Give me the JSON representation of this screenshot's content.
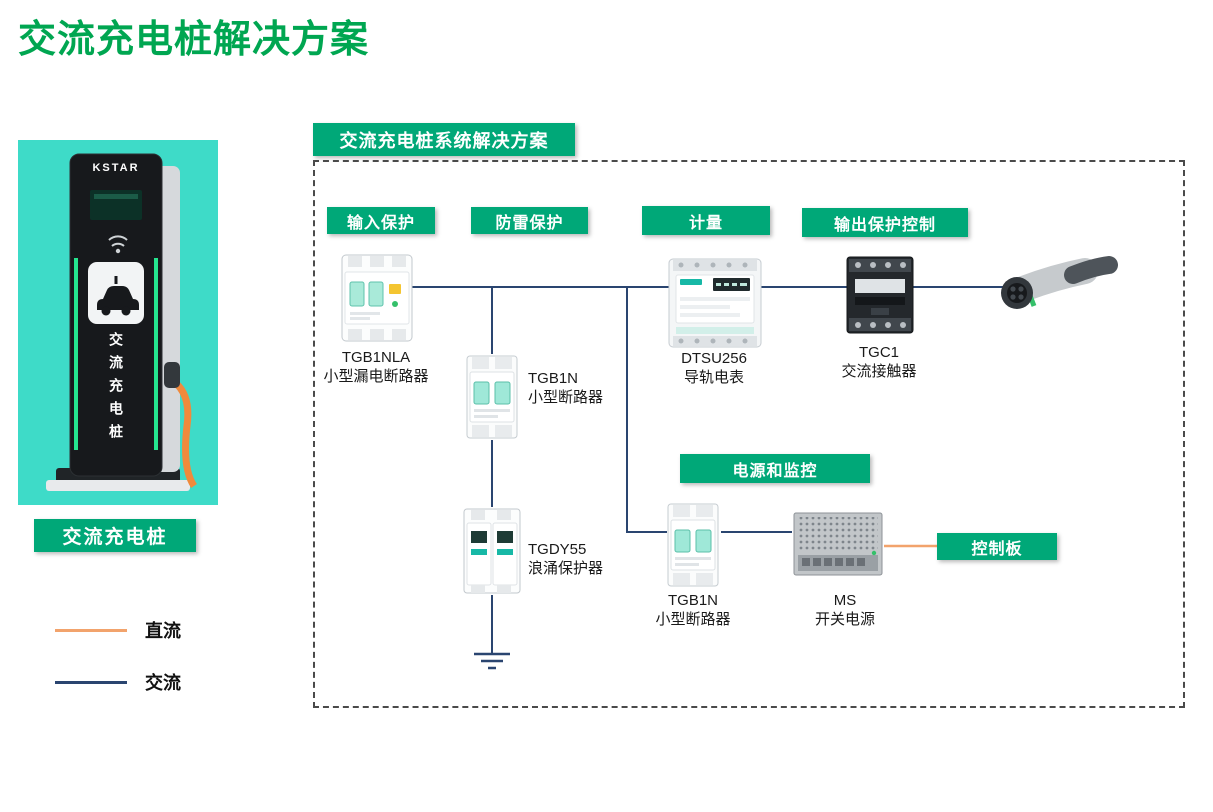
{
  "page": {
    "title": "交流充电桩解决方案"
  },
  "device": {
    "brand": "KSTAR",
    "pile_text": "交流充电桩",
    "label": "交流充电桩"
  },
  "legend": {
    "dc": {
      "label": "直流",
      "color": "#F2A36C"
    },
    "ac": {
      "label": "交流",
      "color": "#2A4570"
    }
  },
  "diagram": {
    "header": "交流充电桩系统解决方案",
    "sections": {
      "input": "输入保护",
      "lightning": "防雷保护",
      "metering": "计量",
      "output": "输出保护控制",
      "power": "电源和监控",
      "control": "控制板"
    },
    "components": {
      "rcbo": {
        "model": "TGB1NLA",
        "desc": "小型漏电断路器"
      },
      "mcb_top": {
        "model": "TGB1N",
        "desc": "小型断路器"
      },
      "meter": {
        "model": "DTSU256",
        "desc": "导轨电表"
      },
      "contactor": {
        "model": "TGC1",
        "desc": "交流接触器"
      },
      "spd": {
        "model": "TGDY55",
        "desc": "浪涌保护器"
      },
      "mcb_bottom": {
        "model": "TGB1N",
        "desc": "小型断路器"
      },
      "psu": {
        "model": "MS",
        "desc": "开关电源"
      }
    },
    "colors": {
      "badge_green": "#00A878",
      "title_green": "#00A651",
      "photo_teal": "#3EDBC8",
      "ac_line": "#2A4570",
      "dc_line": "#F2A36C"
    }
  }
}
